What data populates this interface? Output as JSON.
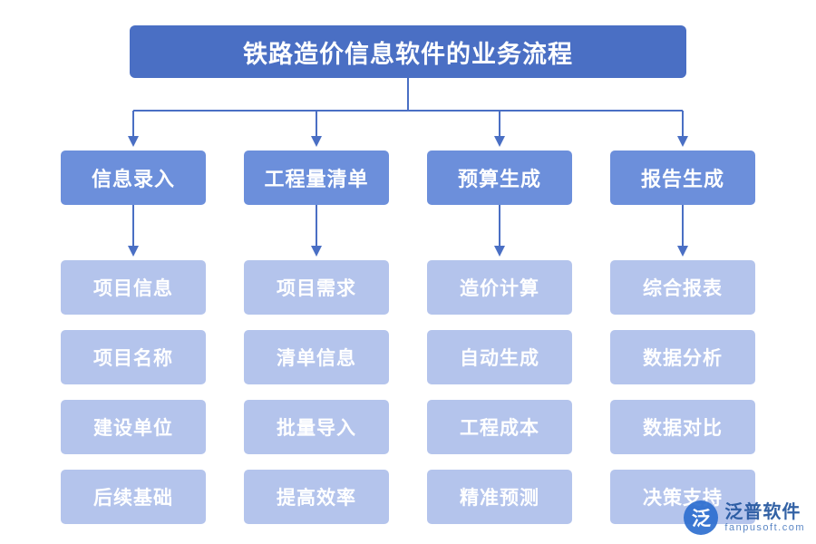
{
  "diagram": {
    "title": "铁路造价信息软件的业务流程",
    "columns": [
      {
        "header": "信息录入",
        "items": [
          "项目信息",
          "项目名称",
          "建设单位",
          "后续基础"
        ]
      },
      {
        "header": "工程量清单",
        "items": [
          "项目需求",
          "清单信息",
          "批量导入",
          "提高效率"
        ]
      },
      {
        "header": "预算生成",
        "items": [
          "造价计算",
          "自动生成",
          "工程成本",
          "精准预测"
        ]
      },
      {
        "header": "报告生成",
        "items": [
          "综合报表",
          "数据分析",
          "数据对比",
          "决策支持"
        ]
      }
    ],
    "colors": {
      "title_bg": "#4a6fc4",
      "level1_bg": "#6c8fdb",
      "leaf_bg": "#b4c4ec",
      "connector": "#4a6fc4",
      "text": "#ffffff"
    }
  },
  "watermark": {
    "logo_text": "泛",
    "brand_cn": "泛普软件",
    "brand_en": "fanpusoft.com",
    "center_text": "泛普软件"
  }
}
